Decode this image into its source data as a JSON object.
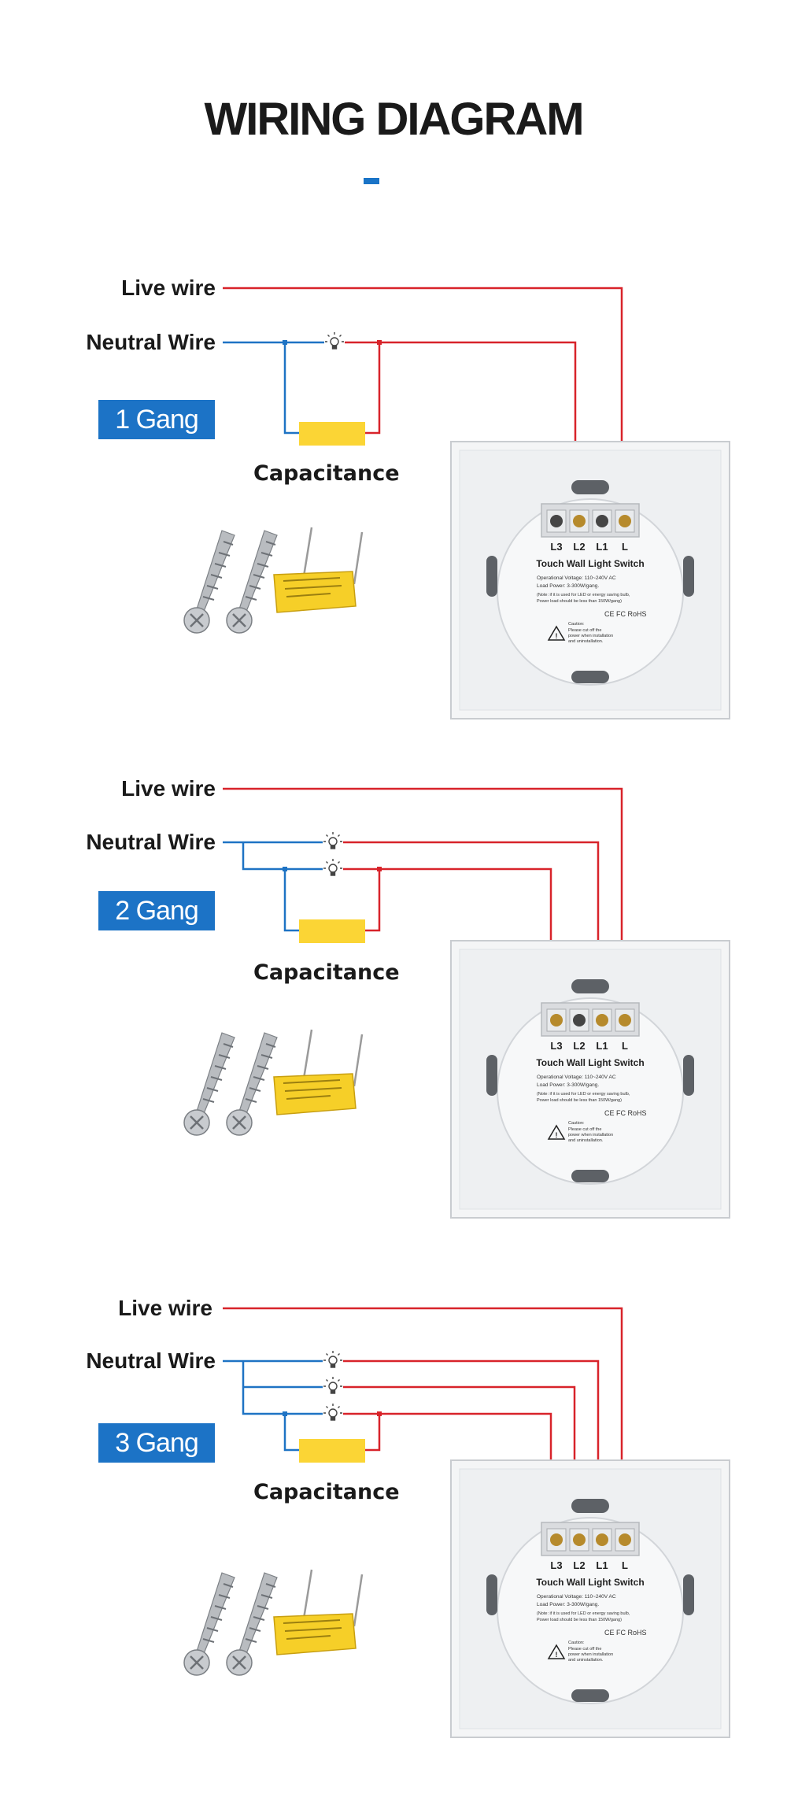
{
  "title": "WIRING DIAGRAM",
  "colors": {
    "live_wire": "#d8232a",
    "neutral_wire": "#1e73c4",
    "badge_bg": "#1c73c6",
    "capacitor": "#fbd535",
    "accent_dash": "#1a74c7"
  },
  "labels": {
    "live": "Live wire",
    "neutral": "Neutral Wire",
    "capacitance": "Capacitance"
  },
  "switch": {
    "terminals": [
      "L3",
      "L2",
      "L1",
      "L"
    ],
    "product_name": "Touch Wall Light Switch",
    "specs": [
      "Operational Voltage: 110~240V AC",
      "Load Power: 3-300W/gang.",
      "(Note: if it is used for LED or energy saving bulb,",
      "Power load should be less than 150W/gang)"
    ],
    "certifications": "CE FC RoHS",
    "caution_title": "Caution:",
    "caution_lines": [
      "Please cut off the",
      "power when installation",
      "and uninstallation."
    ]
  },
  "sections": [
    {
      "gang_label": "1 Gang"
    },
    {
      "gang_label": "2 Gang"
    },
    {
      "gang_label": "3 Gang"
    }
  ],
  "icons": {
    "bulb": "light-bulb-icon",
    "capacitor": "capacitor-icon",
    "screw": "screw-icon"
  }
}
